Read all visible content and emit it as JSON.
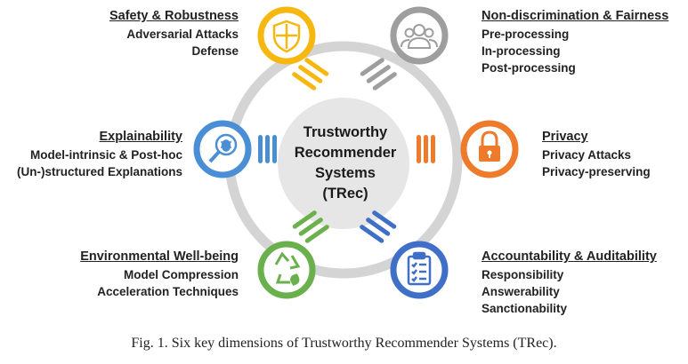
{
  "center": {
    "lines": [
      "Trustworthy",
      "Recommender",
      "Systems",
      "(TRec)"
    ]
  },
  "caption": "Fig. 1.  Six key dimensions of Trustworthy Recommender Systems (TRec).",
  "dimensions": {
    "safety": {
      "title": "Safety & Robustness",
      "items": [
        "Adversarial Attacks",
        "Defense"
      ],
      "color": "#F6B80F",
      "icon": "shield-icon"
    },
    "fairness": {
      "title": "Non-discrimination & Fairness",
      "items": [
        "Pre-processing",
        "In-processing",
        "Post-processing"
      ],
      "color": "#9E9E9E",
      "icon": "people-icon"
    },
    "explainability": {
      "title": "Explainability",
      "items": [
        "Model-intrinsic & Post-hoc",
        "(Un-)structured Explanations"
      ],
      "color": "#4A8FD6",
      "icon": "bug-magnifier-icon"
    },
    "privacy": {
      "title": "Privacy",
      "items": [
        "Privacy Attacks",
        "Privacy-preserving"
      ],
      "color": "#EE7A2B",
      "icon": "lock-icon"
    },
    "environmental": {
      "title": "Environmental Well-being",
      "items": [
        "Model Compression",
        "Acceleration Techniques"
      ],
      "color": "#6AB04C",
      "icon": "recycle-icon"
    },
    "accountability": {
      "title": "Accountability & Auditability",
      "items": [
        "Responsibility",
        "Answerability",
        "Sanctionability"
      ],
      "color": "#3F6FC6",
      "icon": "clipboard-icon"
    }
  }
}
